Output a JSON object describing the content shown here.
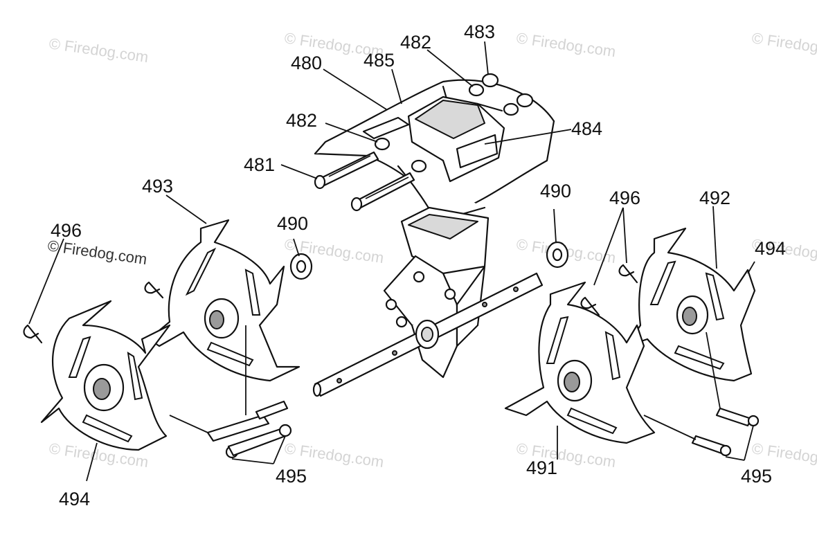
{
  "watermark": {
    "text": "© Firedog.com",
    "text_dark": "© Firedog.com"
  },
  "labels": {
    "l480": "480",
    "l485": "485",
    "l482a": "482",
    "l483": "483",
    "l482b": "482",
    "l484": "484",
    "l481": "481",
    "l493": "493",
    "l496a": "496",
    "l490a": "490",
    "l490b": "490",
    "l496b": "496",
    "l492": "492",
    "l494a": "494",
    "l494b": "494",
    "l495a": "495",
    "l491": "491",
    "l495b": "495"
  }
}
